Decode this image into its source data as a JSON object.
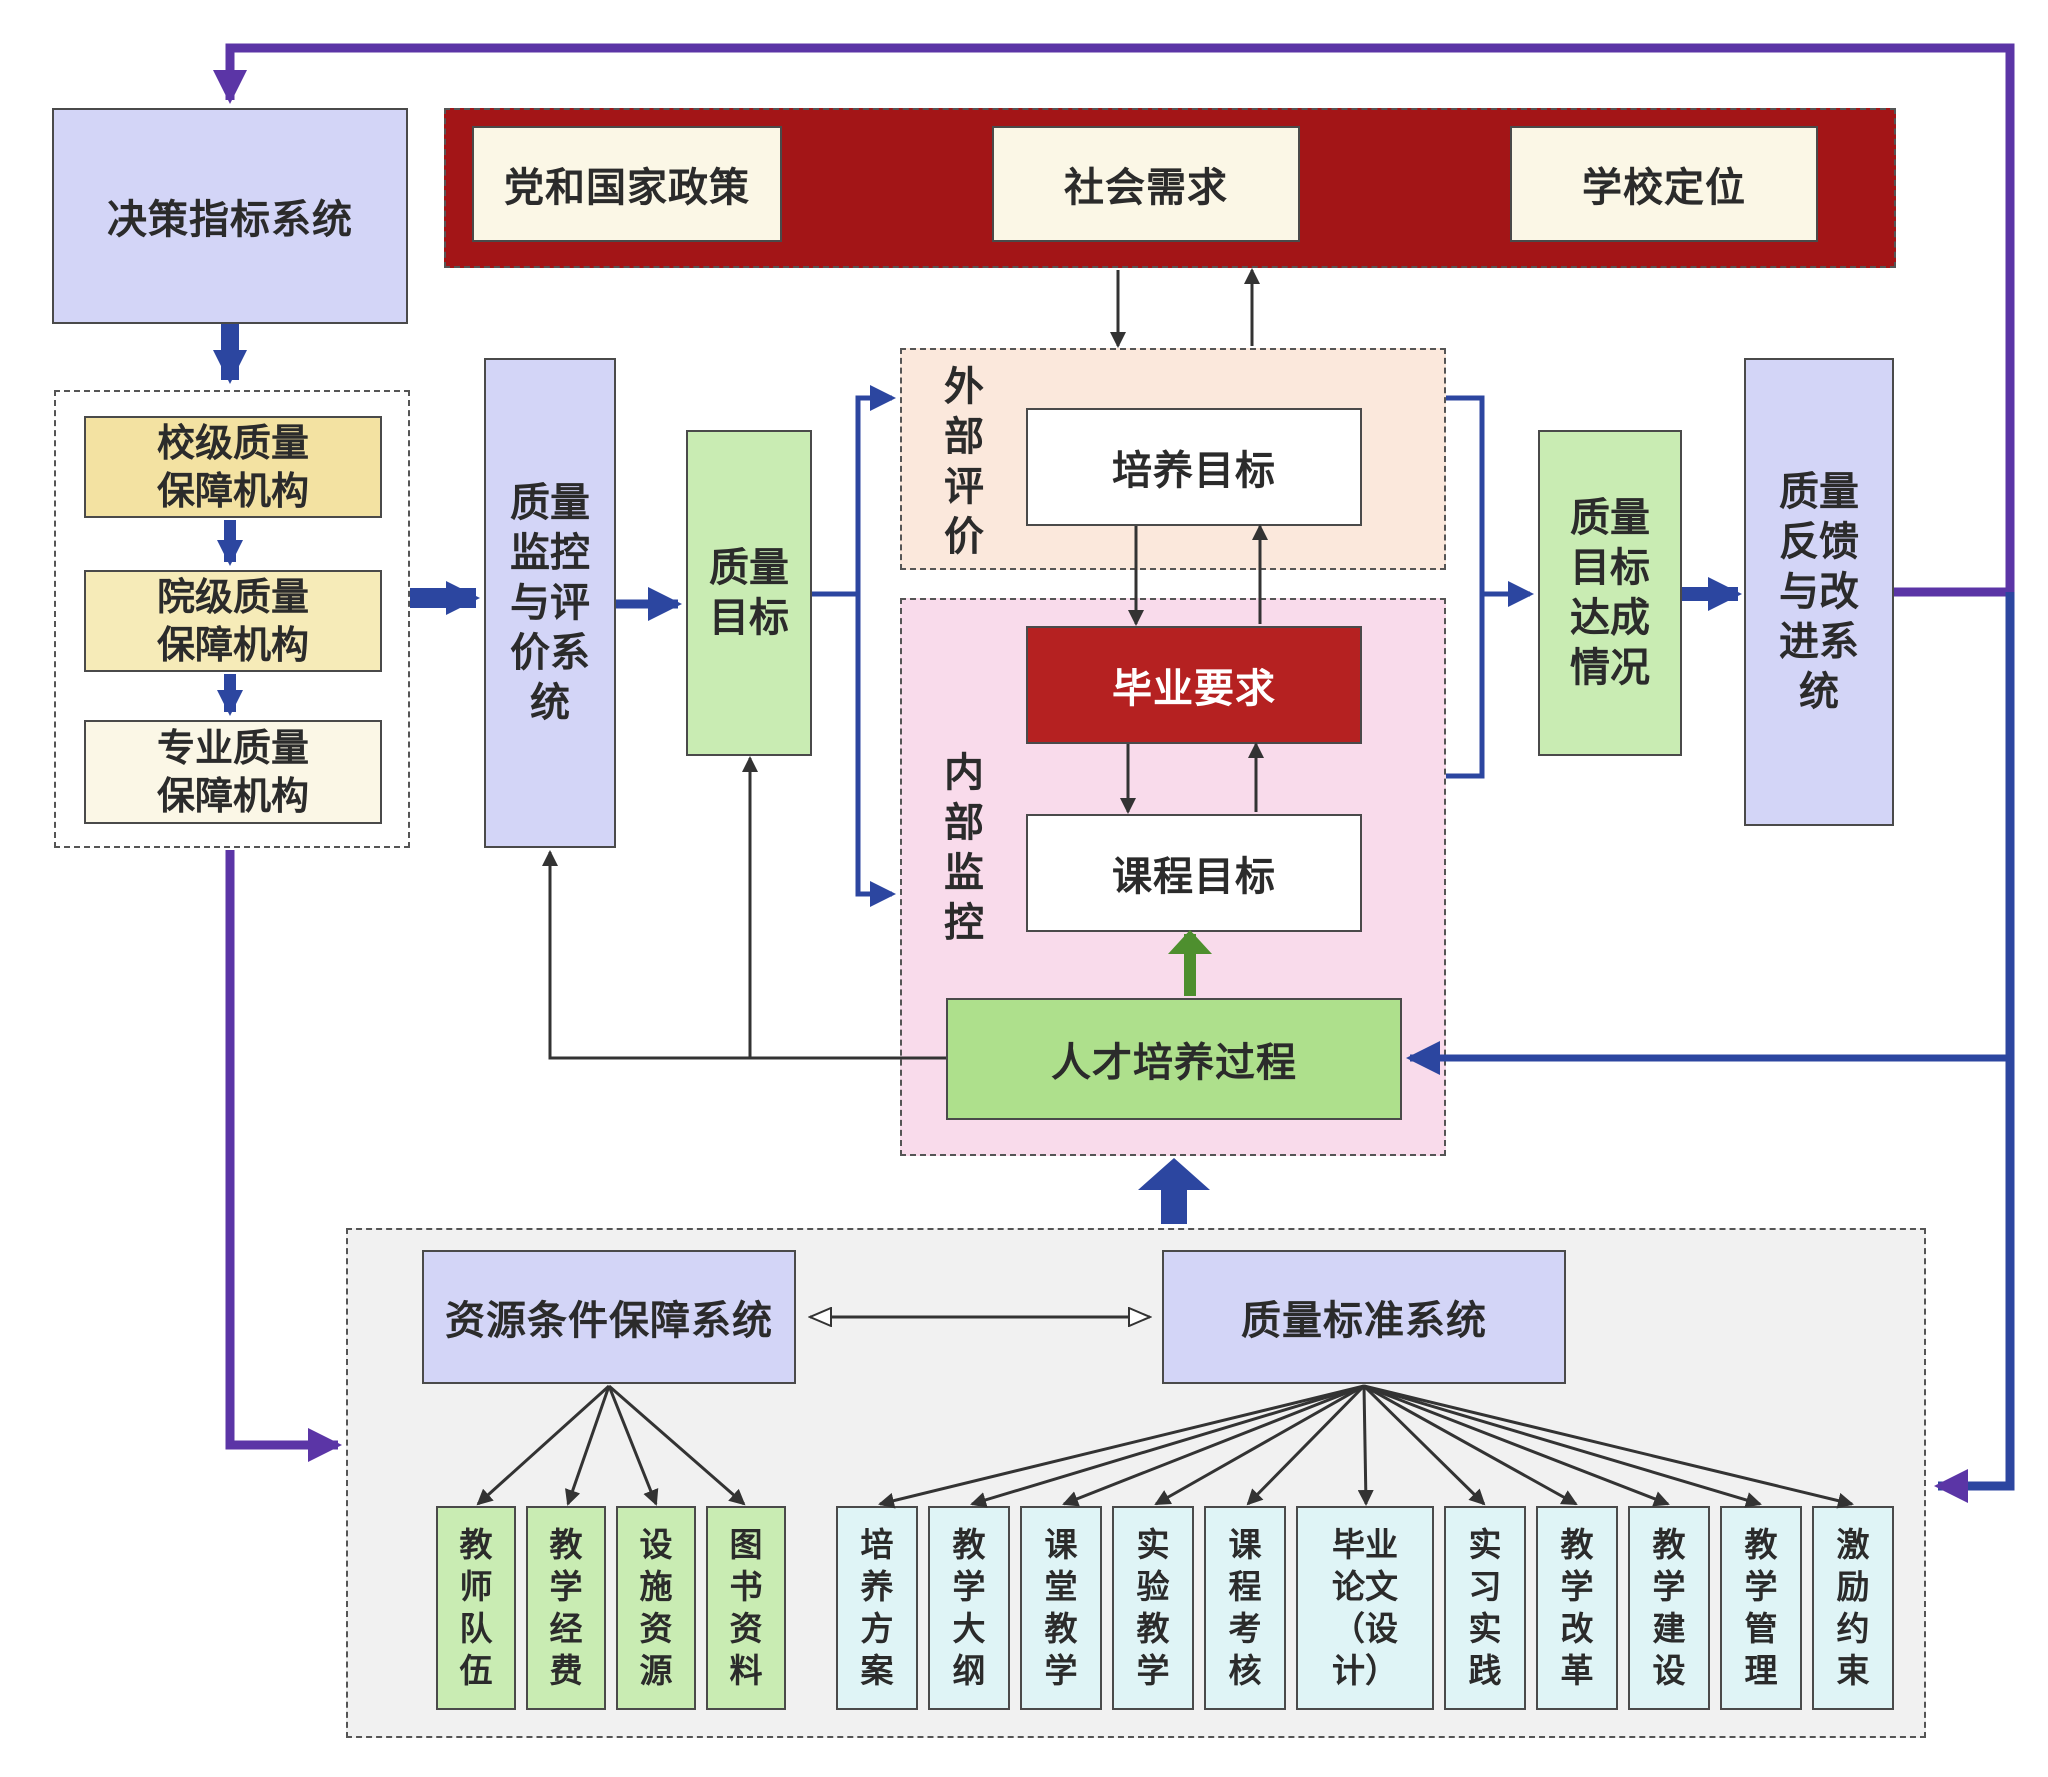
{
  "top_bar": {
    "items": [
      "党和国家政策",
      "社会需求",
      "学校定位"
    ],
    "color": "#a31517"
  },
  "decision_system": "决策指标系统",
  "institutions": [
    "校级质量保障机构",
    "院级质量保障机构",
    "专业质量保障机构"
  ],
  "monitor_system": "质量监控与评价系统",
  "quality_goal": "质量目标",
  "external_eval": {
    "label": "外部评价",
    "goal": "培养目标"
  },
  "internal_monitor": {
    "label": "内部监控",
    "graduation_req": "毕业要求",
    "course_goal": "课程目标",
    "training_process": "人才培养过程"
  },
  "achievement": "质量目标达成情况",
  "feedback_system": "质量反馈与改进系统",
  "resource_system": {
    "title": "资源条件保障系统",
    "items": [
      "教师队伍",
      "教学经费",
      "设施资源",
      "图书资料"
    ]
  },
  "standard_system": {
    "title": "质量标准系统",
    "items": [
      "培养方案",
      "教学大纲",
      "课堂教学",
      "实验教学",
      "课程考核",
      "毕业论文（设计）",
      "实习实践",
      "教学改革",
      "教学建设",
      "教学管理",
      "激励约束"
    ]
  },
  "colors": {
    "lavender": "#d3d5f7",
    "light_green": "#c9ecb3",
    "mid_green": "#aee08c",
    "cyan": "#dff4f6",
    "gold": "#f3e2a2",
    "cream": "#fbf7e6",
    "peach": "#fbe8dc",
    "pink": "#f9dbeb",
    "grey": "#f1f1f1",
    "red": "#b52121",
    "blue_arrow": "#2c46a0",
    "purple_arrow": "#5b35a6",
    "green_arrow": "#4e8f2e"
  }
}
